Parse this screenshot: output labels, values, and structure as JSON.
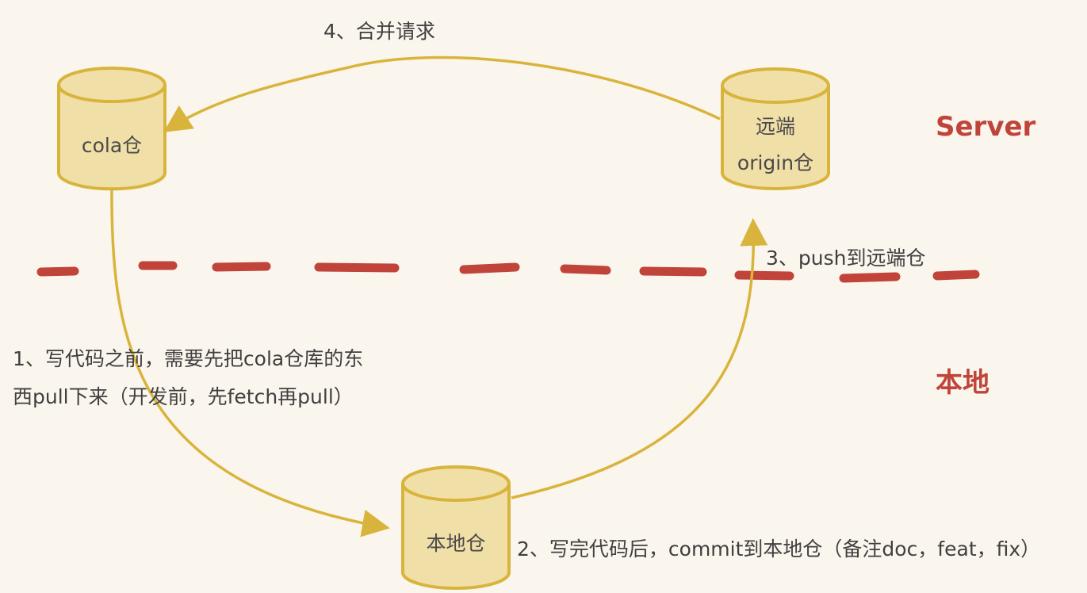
{
  "colors": {
    "background": "#fbf6ed",
    "cylinder_fill": "#f1dfa8",
    "cylinder_stroke": "#d9b43c",
    "arrow": "#d9b43c",
    "divider": "#c0443a",
    "zone_label": "#c0443a"
  },
  "zones": {
    "server": "Server",
    "local": "本地"
  },
  "repos": {
    "cola": {
      "label": "cola仓"
    },
    "origin": {
      "line1": "远端",
      "line2": "origin仓"
    },
    "local": {
      "label": "本地仓"
    }
  },
  "steps": {
    "step1_line1": "1、写代码之前，需要先把cola仓库的东",
    "step1_line2": "西pull下来（开发前，先fetch再pull）",
    "step2": "2、写完代码后，commit到本地仓（备注doc，feat，fix）",
    "step3": "3、push到远端仓",
    "step4": "4、合并请求"
  }
}
